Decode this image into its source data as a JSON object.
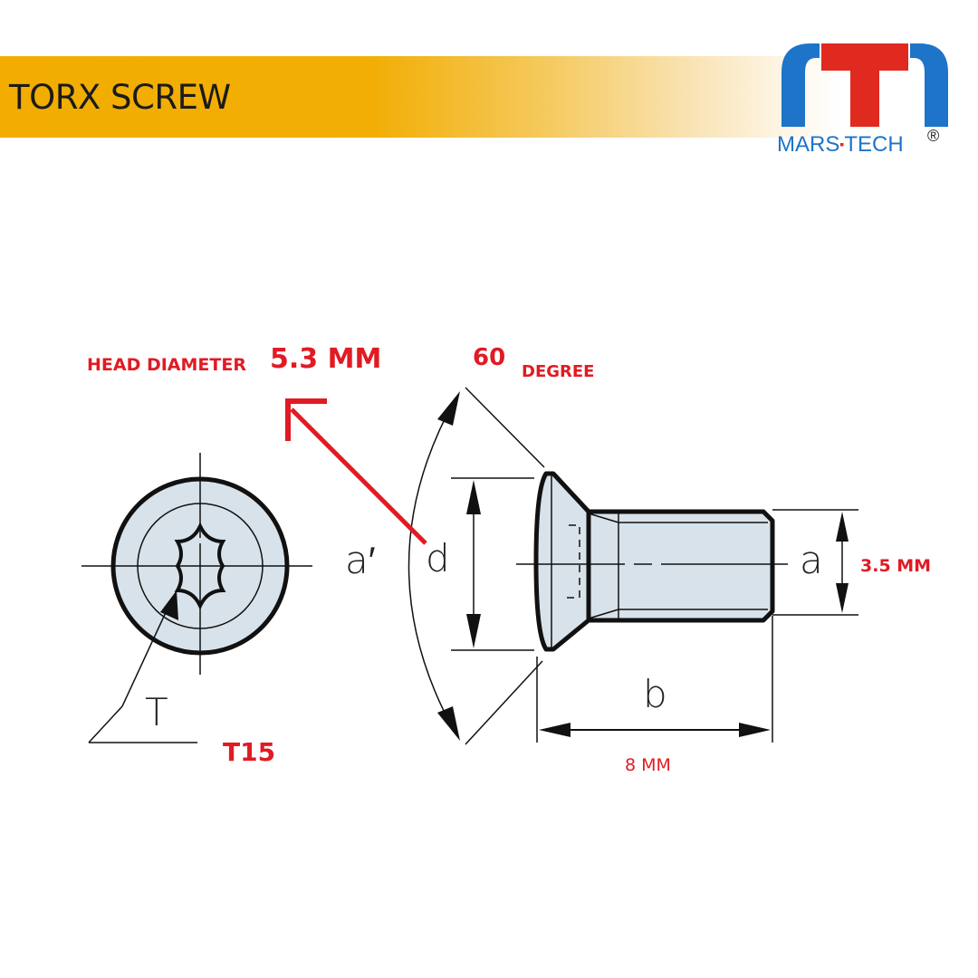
{
  "header": {
    "title": "TORX SCREW",
    "banner_color": "#f2ad00"
  },
  "logo": {
    "brand_left": "MARS",
    "separator": "▪",
    "brand_right": "TECH",
    "registered": "®",
    "blue": "#1e74c8",
    "red": "#e02a20"
  },
  "annotations": {
    "head_diameter_prefix": "HEAD DIAMETER",
    "head_diameter_value": "5.3 MM",
    "angle_value": "60",
    "angle_unit": "DEGREE",
    "thread_diameter": "3.5 MM",
    "length": "8 MM",
    "drive_size": "T15",
    "accent_color": "#e01b24"
  },
  "dimension_labels": {
    "angle": "a′",
    "head_diameter": "d",
    "thread_diameter": "a",
    "length": "b",
    "drive": "T"
  }
}
